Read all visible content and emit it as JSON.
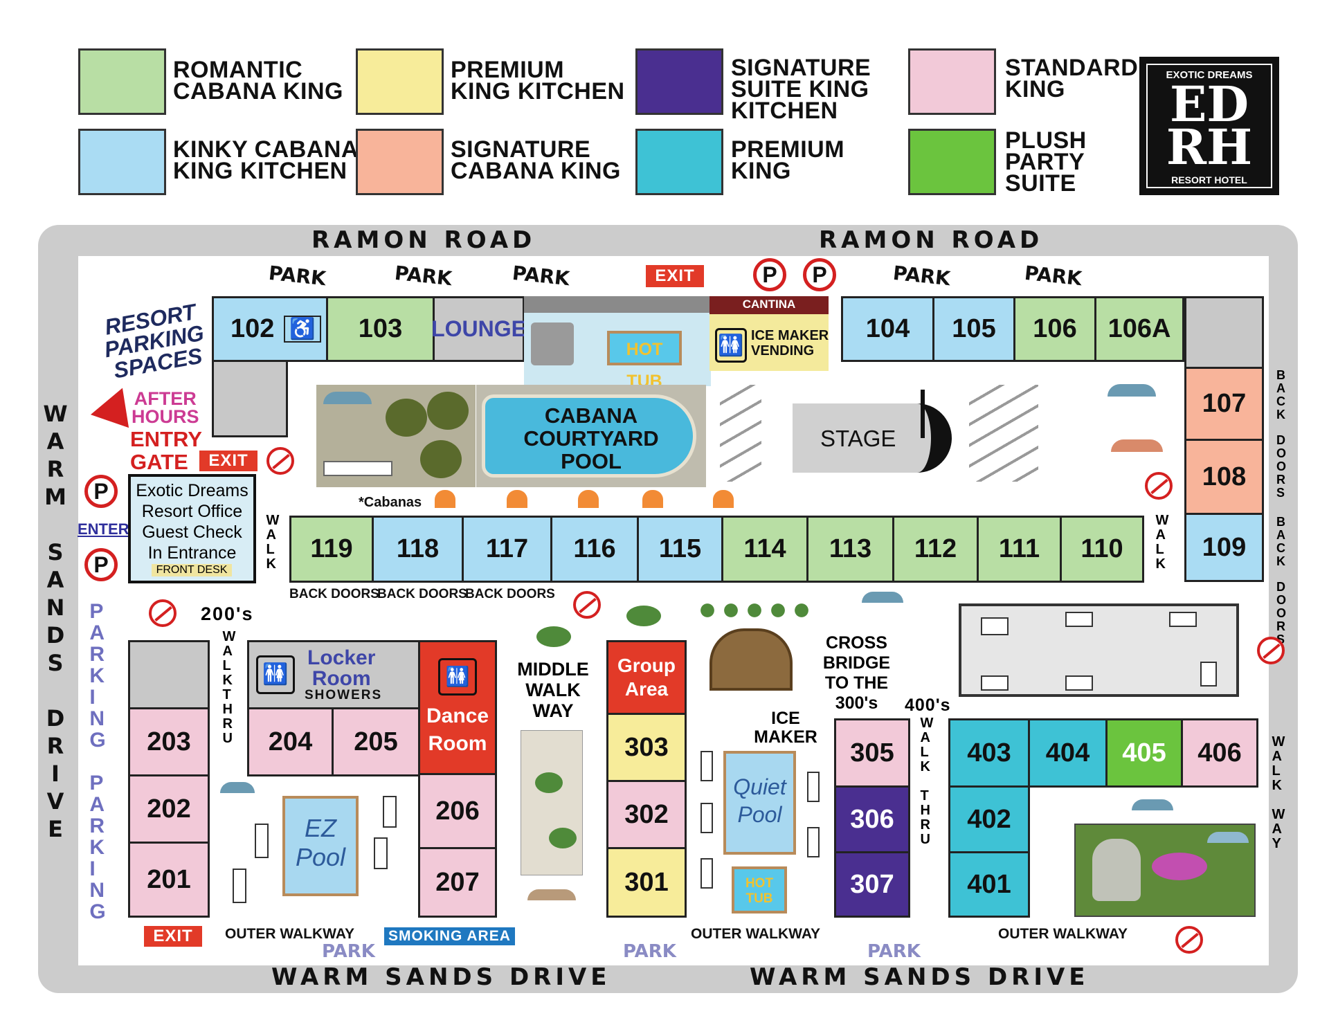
{
  "legend": [
    {
      "label": "ROMANTIC\nCABANA KING",
      "color": "#b8dea4"
    },
    {
      "label": "KINKY CABANA\nKING KITCHEN",
      "color": "#aadcf3"
    },
    {
      "label": "PREMIUM\nKING KITCHEN",
      "color": "#f7ec9a"
    },
    {
      "label": "SIGNATURE\nCABANA KING",
      "color": "#f8b49a"
    },
    {
      "label": "SIGNATURE\nSUITE KING\nKITCHEN",
      "color": "#4a2f90"
    },
    {
      "label": "PREMIUM\nKING",
      "color": "#3ec2d5"
    },
    {
      "label": "STANDARD\nKING",
      "color": "#f2c9d8"
    },
    {
      "label": "PLUSH\nPARTY\nSUITE",
      "color": "#6bc43e"
    }
  ],
  "logo": {
    "top": "EXOTIC DREAMS",
    "mark1": "ED",
    "mark2": "RH",
    "bottom": "RESORT HOTEL"
  },
  "roads": {
    "ramon": "RAMON ROAD",
    "warm_sands": "WARM SANDS DRIVE",
    "warm_sands_left": "WARM SANDS DRIVE"
  },
  "labels": {
    "park": "PARK",
    "exit": "EXIT",
    "enter": "ENTER",
    "resort_parking": "RESORT\nPARKING\nSPACES",
    "after_hours": "AFTER\nHOURS",
    "entry_gate": "ENTRY\nGATE",
    "office": [
      "Exotic Dreams",
      "Resort Office",
      "Guest Check",
      "In Entrance"
    ],
    "front_desk": "FRONT DESK",
    "cabanas": "*Cabanas",
    "lounge": "LOUNGE",
    "hot_tub": "HOT TUB",
    "cantina": "CANTINA",
    "ice_maker_vending": "ICE MAKER\nVENDING",
    "pool": "CABANA\nCOURTYARD\nPOOL",
    "stage": "STAGE",
    "back_doors": "BACK DOORS",
    "back_doors_v": "BACK DOORS",
    "walk": "WALK",
    "walk_thru": "WALK THRU",
    "walk_way": "WALK WAY",
    "the_200s": "200's",
    "the_400s": "400's",
    "locker_room": "Locker\nRoom",
    "showers": "SHOWERS",
    "dance_room": "Dance\nRoom",
    "group_area": "Group\nArea",
    "middle_walk_way": "MIDDLE\nWALK\nWAY",
    "cross_bridge": "CROSS\nBRIDGE\nTO THE\n300's",
    "ice_maker": "ICE\nMAKER",
    "quiet_pool": "Quiet\nPool",
    "ez_pool": "EZ\nPool",
    "hot_tub_small": "HOT\nTUB",
    "outer_walkway": "OUTER WALKWAY",
    "smoking_area": "SMOKING AREA",
    "parking": "PARKING PARKING"
  },
  "rooms": {
    "r102": "102",
    "r103": "103",
    "r104": "104",
    "r105": "105",
    "r106": "106",
    "r106a": "106A",
    "r107": "107",
    "r108": "108",
    "r109": "109",
    "r110": "110",
    "r111": "111",
    "r112": "112",
    "r113": "113",
    "r114": "114",
    "r115": "115",
    "r116": "116",
    "r117": "117",
    "r118": "118",
    "r119": "119",
    "r201": "201",
    "r202": "202",
    "r203": "203",
    "r204": "204",
    "r205": "205",
    "r206": "206",
    "r207": "207",
    "r301": "301",
    "r302": "302",
    "r303": "303",
    "r305": "305",
    "r306": "306",
    "r307": "307",
    "r401": "401",
    "r402": "402",
    "r403": "403",
    "r404": "404",
    "r405": "405",
    "r406": "406"
  }
}
